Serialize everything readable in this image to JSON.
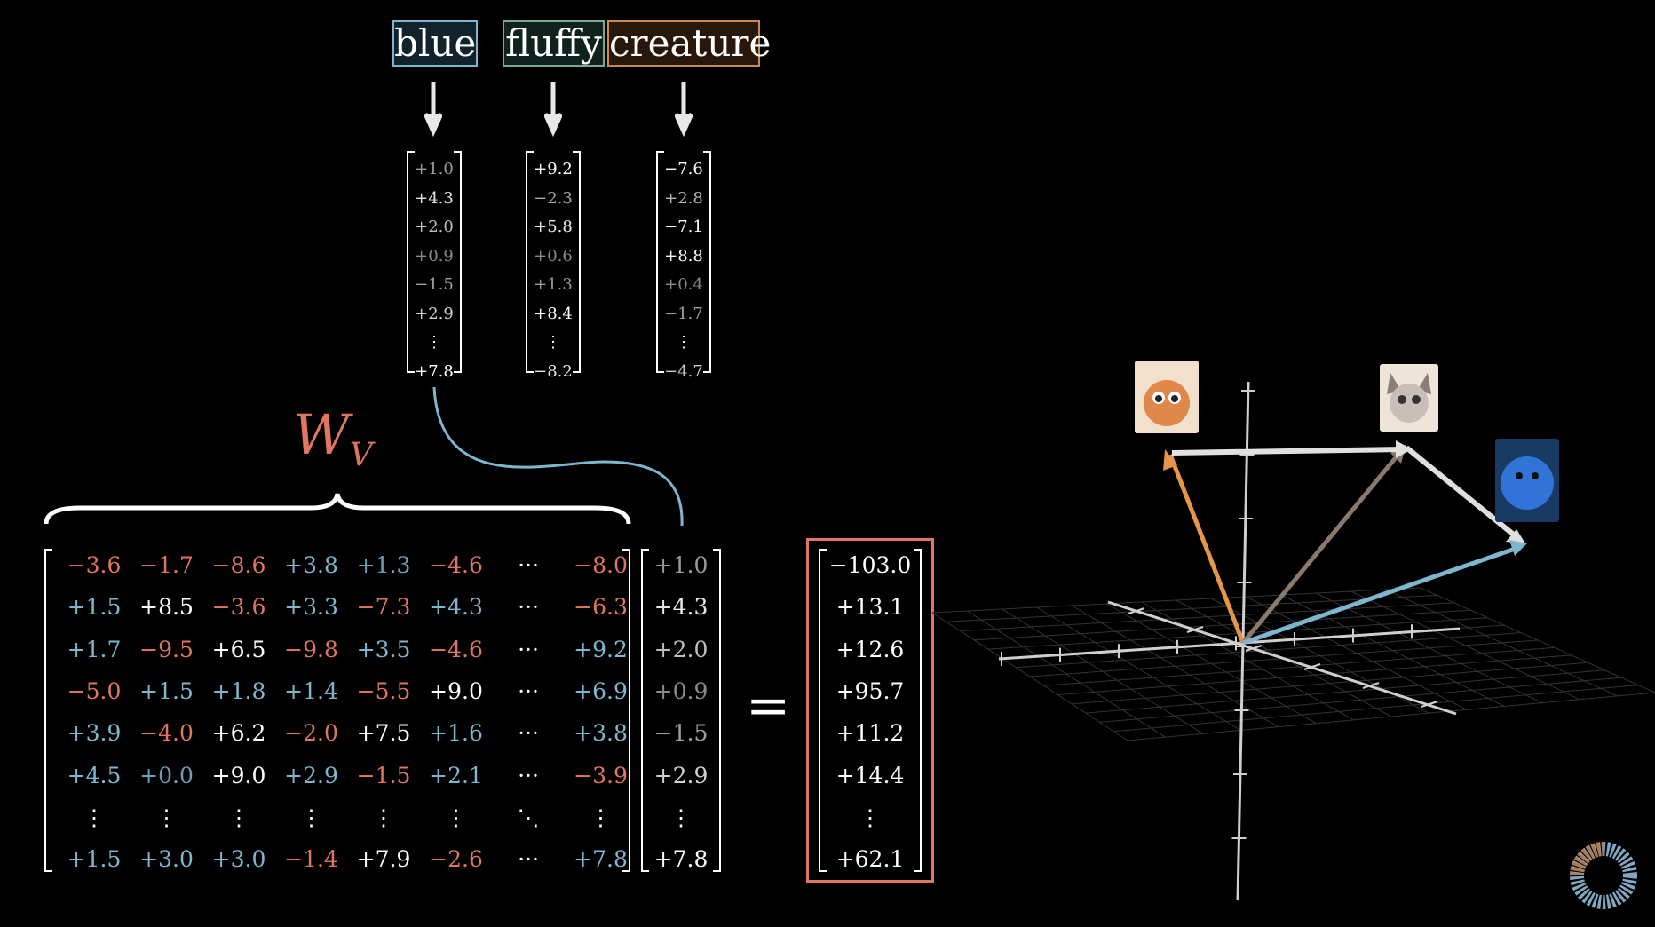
{
  "tokens": [
    {
      "text": "blue",
      "border": "#7fb6cf",
      "bg": "#10232d",
      "color": "#7fb6cf"
    },
    {
      "text": "fluffy",
      "border": "#78a89a",
      "bg": "#0f221d",
      "color": "#78a89a"
    },
    {
      "text": "creature",
      "border": "#c98a57",
      "bg": "#2a170c",
      "color": "#c98a57"
    }
  ],
  "embeddings": [
    {
      "values": [
        "+1.0",
        "+4.3",
        "+2.0",
        "+0.9",
        "−1.5",
        "+2.9",
        "⋮",
        "+7.8"
      ],
      "shades": [
        "#9a9a9a",
        "#e6e6e6",
        "#bdbdbd",
        "#8a8a8a",
        "#9f9f9f",
        "#d0d0d0",
        "#ffffff",
        "#ffffff"
      ]
    },
    {
      "values": [
        "+9.2",
        "−2.3",
        "+5.8",
        "+0.6",
        "+1.3",
        "+8.4",
        "⋮",
        "−8.2"
      ],
      "shades": [
        "#ffffff",
        "#a8a8a8",
        "#ececec",
        "#8a8a8a",
        "#9a9a9a",
        "#ffffff",
        "#ffffff",
        "#e6e6e6"
      ]
    },
    {
      "values": [
        "−7.6",
        "+2.8",
        "−7.1",
        "+8.8",
        "+0.4",
        "−1.7",
        "⋮",
        "−4.7"
      ],
      "shades": [
        "#ffffff",
        "#b4b4b4",
        "#ffffff",
        "#ffffff",
        "#8a8a8a",
        "#a0a0a0",
        "#ffffff",
        "#c8c8c8"
      ]
    }
  ],
  "matrix_label": {
    "main": "W",
    "sub": "V"
  },
  "matrix": [
    [
      "−3.6",
      "−1.7",
      "−8.6",
      "+3.8",
      "+1.3",
      "−4.6",
      "···",
      "−8.0"
    ],
    [
      "+1.5",
      "+8.5",
      "−3.6",
      "+3.3",
      "−7.3",
      "+4.3",
      "···",
      "−6.3"
    ],
    [
      "+1.7",
      "−9.5",
      "+6.5",
      "−9.8",
      "+3.5",
      "−4.6",
      "···",
      "+9.2"
    ],
    [
      "−5.0",
      "+1.5",
      "+1.8",
      "+1.4",
      "−5.5",
      "+9.0",
      "···",
      "+6.9"
    ],
    [
      "+3.9",
      "−4.0",
      "+6.2",
      "−2.0",
      "+7.5",
      "+1.6",
      "···",
      "+3.8"
    ],
    [
      "+4.5",
      "+0.0",
      "+9.0",
      "+2.9",
      "−1.5",
      "+2.1",
      "···",
      "−3.9"
    ],
    [
      "⋮",
      "⋮",
      "⋮",
      "⋮",
      "⋮",
      "⋮",
      "⋱",
      "⋮"
    ],
    [
      "+1.5",
      "+3.0",
      "+3.0",
      "−1.4",
      "+7.9",
      "−2.6",
      "···",
      "+7.8"
    ]
  ],
  "matrix_colors": [
    [
      "#e07560",
      "#e07560",
      "#e07560",
      "#7fb6cf",
      "#6f9fb8",
      "#e07560",
      "#ffffff",
      "#e07560"
    ],
    [
      "#7fb6cf",
      "#ffffff",
      "#e07560",
      "#7fb6cf",
      "#e07560",
      "#7fb6cf",
      "#ffffff",
      "#e07560"
    ],
    [
      "#7fb6cf",
      "#e07560",
      "#ffffff",
      "#e07560",
      "#7fb6cf",
      "#e07560",
      "#ffffff",
      "#7fb6cf"
    ],
    [
      "#e07560",
      "#7fb6cf",
      "#7fb6cf",
      "#7fb6cf",
      "#e07560",
      "#ffffff",
      "#ffffff",
      "#7fb6cf"
    ],
    [
      "#7fb6cf",
      "#e07560",
      "#ffffff",
      "#e07560",
      "#ffffff",
      "#7fb6cf",
      "#ffffff",
      "#7fb6cf"
    ],
    [
      "#7fb6cf",
      "#6f9fb8",
      "#ffffff",
      "#7fb6cf",
      "#e07560",
      "#7fb6cf",
      "#ffffff",
      "#e07560"
    ],
    [
      "#ffffff",
      "#ffffff",
      "#ffffff",
      "#ffffff",
      "#ffffff",
      "#ffffff",
      "#ffffff",
      "#ffffff"
    ],
    [
      "#7fb6cf",
      "#7fb6cf",
      "#7fb6cf",
      "#e07560",
      "#ffffff",
      "#e07560",
      "#ffffff",
      "#7fb6cf"
    ]
  ],
  "input_vector": [
    "+1.0",
    "+4.3",
    "+2.0",
    "+0.9",
    "−1.5",
    "+2.9",
    "⋮",
    "+7.8"
  ],
  "input_shades": [
    "#9a9a9a",
    "#e6e6e6",
    "#bdbdbd",
    "#8a8a8a",
    "#9f9f9f",
    "#d0d0d0",
    "#ffffff",
    "#ffffff"
  ],
  "equals": "=",
  "result_vector": [
    "−103.0",
    "+13.1",
    "+12.6",
    "+95.7",
    "+11.2",
    "+14.4",
    "⋮",
    "+62.1"
  ],
  "colors": {
    "accent": "#e07560",
    "blue": "#7fb6cf",
    "orange": "#e8954a",
    "brown": "#8a7a6e",
    "grid": "#3a3a3a"
  },
  "thumbnails": [
    {
      "name": "orange-creature-thumbnail",
      "bg": "#f3e0cc",
      "body": "#e0874a"
    },
    {
      "name": "fluffy-creature-thumbnail",
      "bg": "#efe4d8",
      "body": "#c9bfb8"
    },
    {
      "name": "blue-fluffy-creature-thumbnail",
      "bg": "#1a3a66",
      "body": "#2f74d6"
    }
  ],
  "player_icon": "loading-ring-icon"
}
